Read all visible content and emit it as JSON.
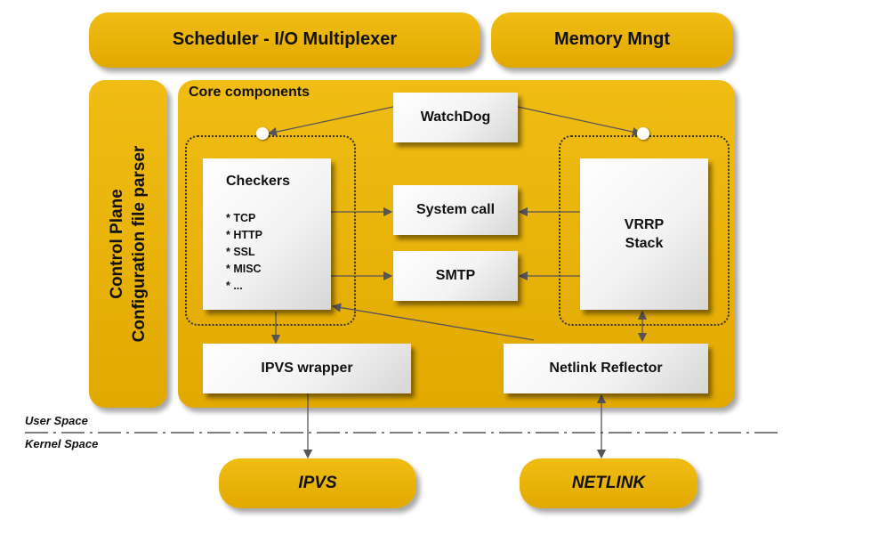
{
  "top": {
    "scheduler": "Scheduler - I/O Multiplexer",
    "memory": "Memory Mngt"
  },
  "control_plane": {
    "line1": "Control Plane",
    "line2": "Configuration file parser"
  },
  "core": {
    "title": "Core components",
    "watchdog": "WatchDog",
    "checkers": {
      "title": "Checkers",
      "items": [
        "* TCP",
        "* HTTP",
        "* SSL",
        "* MISC",
        "* ..."
      ]
    },
    "system_call": "System call",
    "smtp": "SMTP",
    "vrrp": {
      "line1": "VRRP",
      "line2": "Stack"
    },
    "ipvs_wrapper": "IPVS wrapper",
    "netlink_reflector": "Netlink Reflector"
  },
  "spaces": {
    "user": "User Space",
    "kernel": "Kernel Space"
  },
  "kernel": {
    "ipvs": "IPVS",
    "netlink": "NETLINK"
  }
}
